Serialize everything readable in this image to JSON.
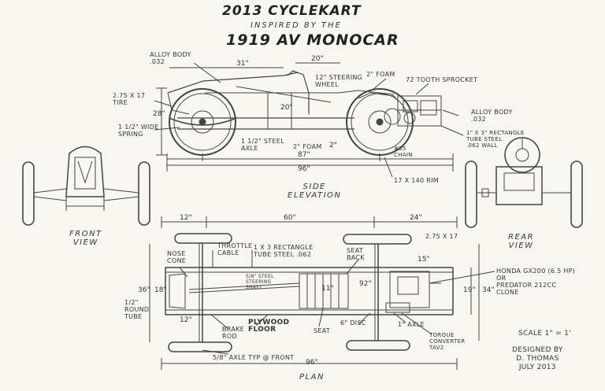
{
  "title": {
    "line1": "2013 CYCLEKART",
    "line2": "INSPIRED BY THE",
    "line3": "1919 AV MONOCAR"
  },
  "side": {
    "alloy_body_front": "ALLOY BODY\n.032",
    "dim_31": "31\"",
    "dim_20_top": "20\"",
    "steering_wheel": "12\" STEERING\nWHEEL",
    "foam_2": "2\" FOAM",
    "sprocket": "72 TOOTH SPROCKET",
    "tire": "2.75 X 17\nTIRE",
    "dim_28": "28\"",
    "dim_20_mid": "20\"",
    "alloy_body_rear": "ALLOY BODY\n.032",
    "rect_tube": "1\" X 3\" RECTANGLE\nTUBE STEEL\n.062 WALL",
    "leaf_spring": "1 1/2\" WIDE\nSPRING",
    "steel_axle": "1 1/2\" STEEL\nAXLE",
    "foam_2b": "2\" FOAM",
    "dim_2": "2\"",
    "chain": "#35\nCHAIN",
    "dim_87": "87\"",
    "dim_96": "96\"",
    "rim": "17 X 140 RIM",
    "caption": "SIDE\nELEVATION"
  },
  "front": {
    "caption": "FRONT\nVIEW"
  },
  "rear": {
    "caption": "REAR\nVIEW"
  },
  "plan": {
    "dim_12_top": "12\"",
    "dim_60": "60\"",
    "dim_24": "24\"",
    "tire": "2.75 X 17",
    "nose_cone": "NOSE\nCONE",
    "throttle_cable": "THROTTLE\nCABLE",
    "rect_tube": "1 X 3 RECTANGLE\nTUBE STEEL .062",
    "seat_back": "SEAT\nBACK",
    "dim_15": "15\"",
    "steering_shaft": "5/8\" STEEL\nSTEERING\nSHAFT",
    "engine": "HONDA GX200 (6.5 HP)\nOR\nPREDATOR 212cc\nCLONE",
    "dim_36": "36\"",
    "dim_18": "18\"",
    "dim_11": "11\"",
    "dim_92": "92\"",
    "dim_19": "19\"",
    "dim_34": "34\"",
    "round_tube": "1/2\"\nROUND\nTUBE",
    "dim_12_bot": "12\"",
    "brake_rod": "BRAKE\nROD",
    "plywood": "PLYWOOD\nFLOOR",
    "seat": "SEAT",
    "disc": "6\" DISC",
    "axle": "1\" AXLE",
    "torque": "TORQUE\nCONVERTER\nTAV2",
    "axle_typ": "5/8\" AXLE TYP @ FRONT",
    "dim_96": "96\"",
    "caption": "PLAN"
  },
  "footer": {
    "scale": "SCALE 1\" = 1'",
    "designed": "DESIGNED BY\nD. THOMAS\nJULY 2013"
  }
}
